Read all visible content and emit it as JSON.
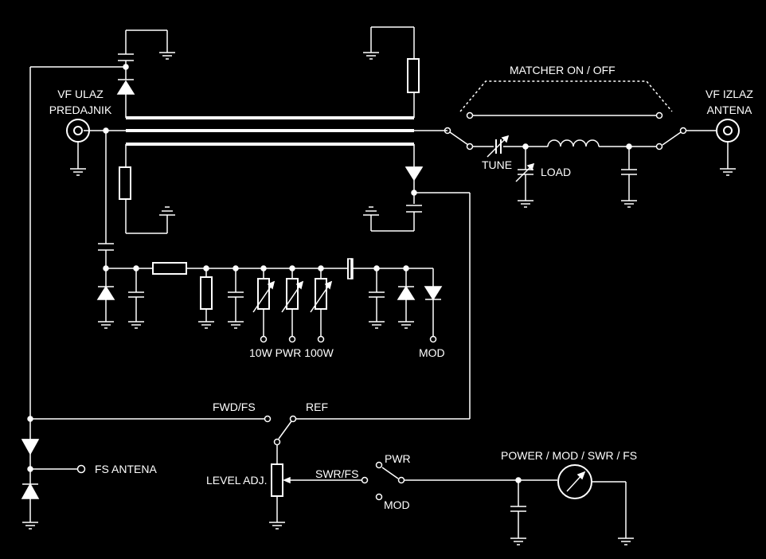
{
  "labels": {
    "vf_input": "VF ULAZ\nPREDAJNIK",
    "vf_output": "VF IZLAZ\nANTENA",
    "matcher": "MATCHER ON / OFF",
    "tune": "TUNE",
    "load": "LOAD",
    "pwr_range": "10W PWR 100W",
    "mod_out": "MOD",
    "fwd_fs": "FWD/FS",
    "ref": "REF",
    "fs_antena": "FS ANTENA",
    "level_adj": "LEVEL ADJ.",
    "swr_fs": "SWR/FS",
    "pwr": "PWR",
    "mod_sw": "MOD",
    "meter": "POWER / MOD / SWR / FS"
  },
  "colors": {
    "background": "#000000",
    "line": "#ffffff"
  }
}
